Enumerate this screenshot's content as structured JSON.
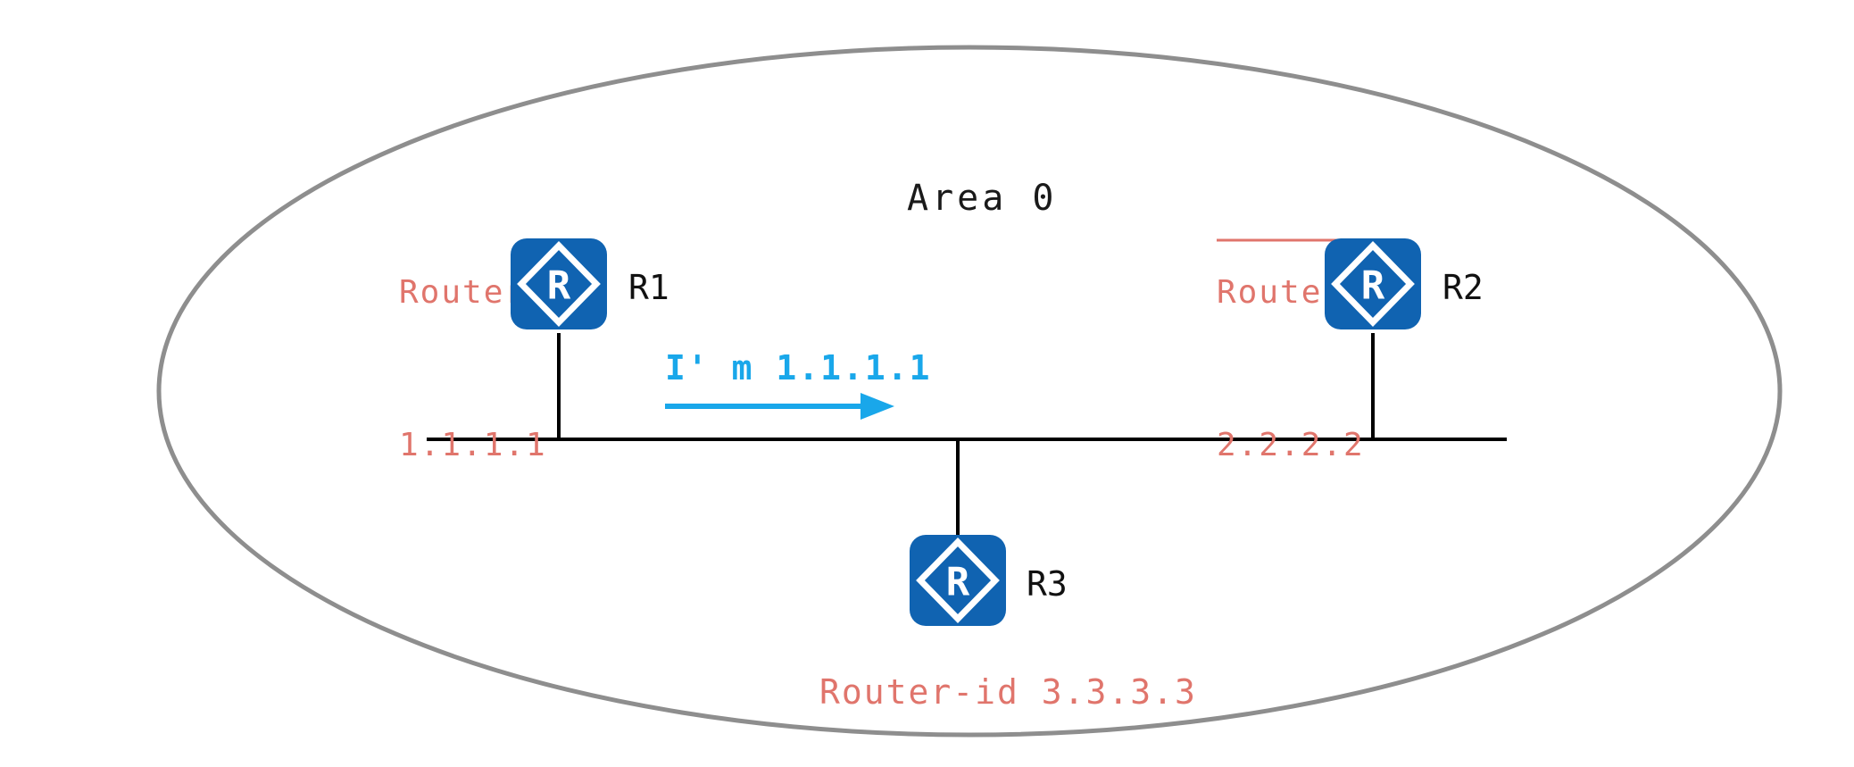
{
  "diagram": {
    "area_label": "Area 0",
    "message": "I' m 1.1.1.1",
    "icon_letter": "R",
    "routers": {
      "r1": {
        "label": "R1",
        "router_id_title": "Router-id",
        "router_id": "1.1.1.1"
      },
      "r2": {
        "label": "R2",
        "router_id_title": "Router-id",
        "router_id": "2.2.2.2"
      },
      "r3": {
        "label": "R3",
        "router_id_caption": "Router-id 3.3.3.3"
      }
    },
    "colors": {
      "router_blue": "#1063b1",
      "label_red": "#e0756c",
      "message_cyan": "#19a7ea",
      "ellipse_gray": "#8e8e8e",
      "line_black": "#000000",
      "background": "#ffffff"
    }
  }
}
